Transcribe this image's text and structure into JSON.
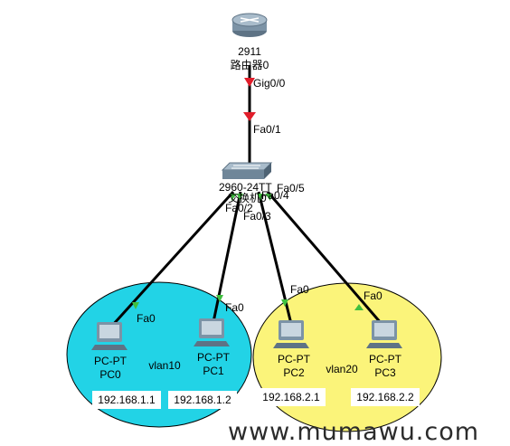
{
  "router": {
    "model": "2911",
    "name": "路由器0"
  },
  "switch": {
    "model": "2960-24TT",
    "name": "交换机0"
  },
  "pcs": [
    {
      "type": "PC-PT",
      "name": "PC0",
      "ip": "192.168.1.1",
      "port": "Fa0"
    },
    {
      "type": "PC-PT",
      "name": "PC1",
      "ip": "192.168.1.2",
      "port": "Fa0"
    },
    {
      "type": "PC-PT",
      "name": "PC2",
      "ip": "192.168.2.1",
      "port": "Fa0"
    },
    {
      "type": "PC-PT",
      "name": "PC3",
      "ip": "192.168.2.2",
      "port": "Fa0"
    }
  ],
  "links": {
    "router_port": "Gig0/0",
    "switch_uplink": "Fa0/1",
    "switch_ports": [
      "Fa0/2",
      "Fa0/3",
      "Fa0/4",
      "Fa0/5"
    ]
  },
  "vlans": [
    {
      "name": "vlan10",
      "color": "#22d3e6"
    },
    {
      "name": "vlan20",
      "color": "#fbf47a"
    }
  ],
  "colors": {
    "link": "#000000",
    "router_marker": "#e11d2a",
    "up_marker": "#3fbf3f",
    "ip_box": "#ffffff"
  },
  "watermark": "www.mumawu.com"
}
